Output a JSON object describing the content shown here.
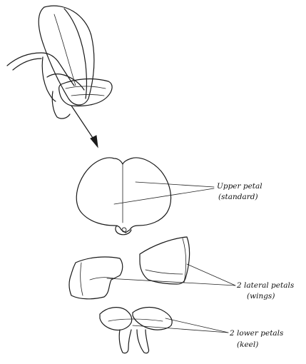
{
  "labels": {
    "upper_line1": "Upper petal",
    "upper_line2": "(standard)",
    "lateral_line1": "2 lateral petals",
    "lateral_line2": "(wings)",
    "lower_line1": "2 lower petals",
    "lower_line2": "(keel)"
  }
}
